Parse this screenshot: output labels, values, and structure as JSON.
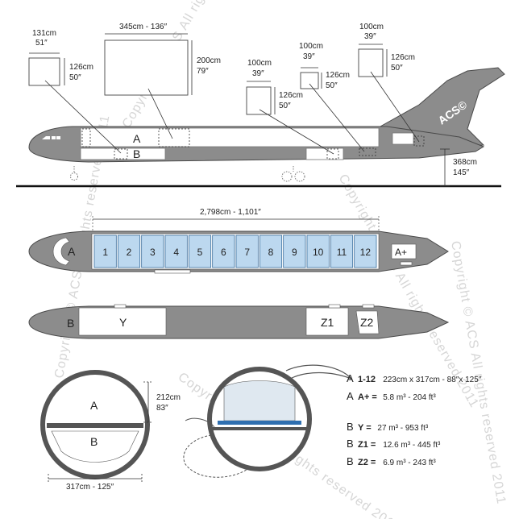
{
  "tail_logo": "ACS©",
  "watermark_text": "Copyright © ACS All rights reserved 2011",
  "side_view": {
    "compartment_labels": [
      "A",
      "B"
    ],
    "overall_height": [
      "368cm",
      "145″"
    ]
  },
  "doors": {
    "door1": {
      "width": [
        "131cm",
        "51″"
      ],
      "height": [
        "126cm",
        "50″"
      ]
    },
    "door2": {
      "width": [
        "345cm - 136″"
      ],
      "height": [
        "200cm",
        "79″"
      ]
    },
    "door3": {
      "width": [
        "100cm",
        "39″"
      ],
      "height": [
        "126cm",
        "50″"
      ]
    },
    "door4": {
      "width": [
        "100cm",
        "39″"
      ],
      "height": [
        "126cm",
        "50″"
      ]
    },
    "door5": {
      "width": [
        "100cm",
        "39″"
      ],
      "height": [
        "126cm",
        "50″"
      ]
    }
  },
  "main_deck": {
    "length": "2,798cm - 1,101″",
    "nose_label": "A",
    "positions": [
      "1",
      "2",
      "3",
      "4",
      "5",
      "6",
      "7",
      "8",
      "9",
      "10",
      "11",
      "12"
    ],
    "aft_label": "A+"
  },
  "lower_deck": {
    "labels": [
      "B",
      "Y",
      "Z1",
      "Z2"
    ]
  },
  "cross_section": {
    "upper_label": "A",
    "lower_label": "B",
    "height": [
      "212cm",
      "83″"
    ],
    "width": "317cm - 125″"
  },
  "legend": [
    {
      "letter": "A",
      "key": "1-12",
      "text": "223cm x 317cm - 88″x 125″"
    },
    {
      "letter": "A",
      "key": "A+ =",
      "text": "5.8 m³ - 204 ft³"
    },
    {
      "letter": "B",
      "key": "Y =",
      "text": "27 m³ - 953 ft³"
    },
    {
      "letter": "B",
      "key": "Z1 =",
      "text": "12.6 m³ - 445 ft³"
    },
    {
      "letter": "B",
      "key": "Z2 =",
      "text": "6.9 m³ - 243 ft³"
    }
  ],
  "colors": {
    "fuselage": "#8c8c8c",
    "outline": "#4a4a4a",
    "pallet_fill": "#bcd8ef",
    "pallet_stroke": "#3b6e9c",
    "floor_blue": "#2f6fb0",
    "watermark": "#d6d6d6"
  }
}
